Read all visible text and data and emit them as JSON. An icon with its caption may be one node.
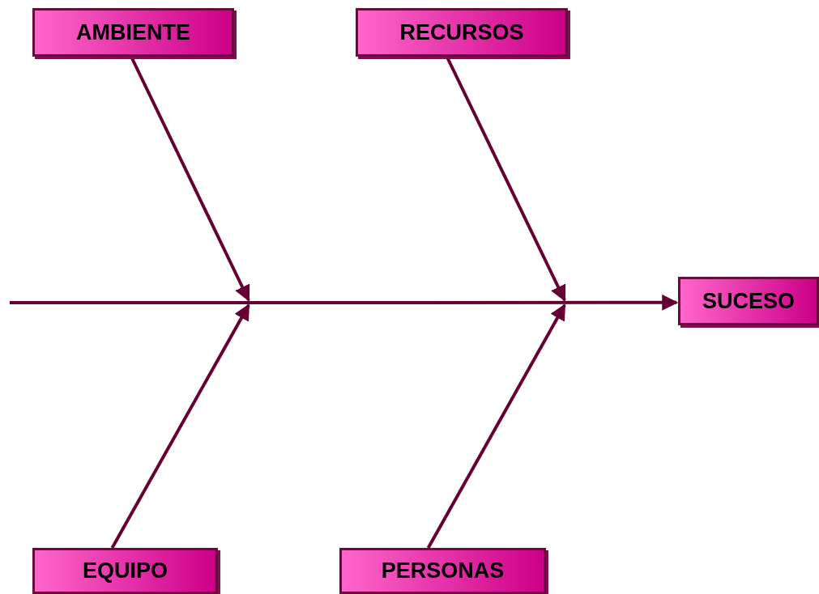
{
  "diagram": {
    "nodes": [
      {
        "text": [
          "AMBIENTE"
        ]
      },
      {
        "text": [
          "RECURSOS"
        ]
      },
      {
        "text": [
          "SUCESO"
        ]
      },
      {
        "text": [
          "EQUIPO"
        ]
      },
      {
        "text": [
          "PERSONAS"
        ]
      }
    ],
    "edges": [
      {
        "from": null,
        "to": 2,
        "arrow": "to"
      },
      {
        "from": 0,
        "to": null,
        "arrow": "to"
      },
      {
        "from": 1,
        "to": null,
        "arrow": "to"
      },
      {
        "from": 3,
        "to": null,
        "arrow": "to"
      },
      {
        "from": 4,
        "to": null,
        "arrow": "to"
      }
    ]
  }
}
